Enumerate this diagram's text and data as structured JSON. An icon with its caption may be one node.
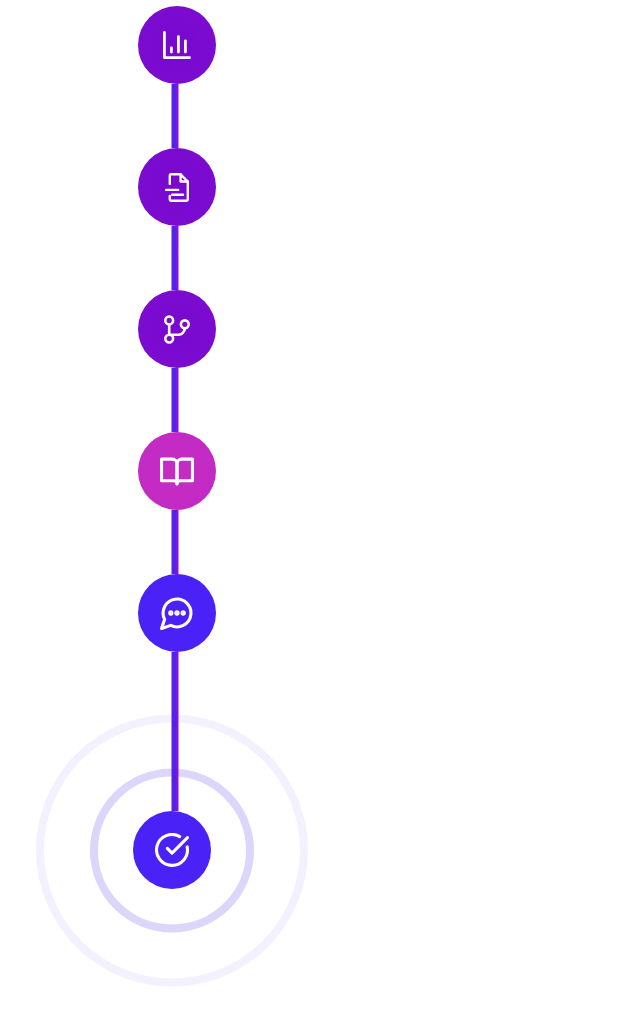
{
  "diagram": {
    "nodes": [
      {
        "text": [],
        "shape": "circle"
      },
      {
        "text": [],
        "shape": "circle"
      },
      {
        "text": [],
        "shape": "circle"
      },
      {
        "text": [],
        "shape": "circle"
      },
      {
        "text": [],
        "shape": "circle"
      },
      {
        "text": [],
        "shape": "circle"
      }
    ],
    "edges": [
      {
        "from": 0,
        "to": 1,
        "arrow": "none"
      },
      {
        "from": 1,
        "to": 2,
        "arrow": "none"
      },
      {
        "from": 2,
        "to": 3,
        "arrow": "none"
      },
      {
        "from": 3,
        "to": 4,
        "arrow": "none"
      },
      {
        "from": 4,
        "to": 5,
        "arrow": "none"
      }
    ]
  }
}
